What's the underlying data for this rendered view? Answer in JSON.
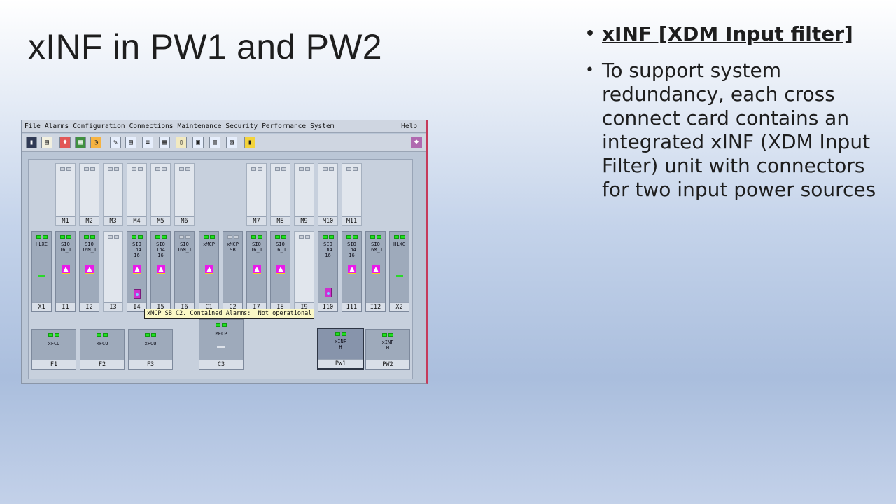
{
  "slide": {
    "title": "xINF in PW1 and PW2",
    "bullets": [
      "xINF [XDM Input filter]",
      "To support system redundancy, each cross connect  card contains an integrated xINF (XDM Input Filter) unit with connectors for two input power sources"
    ]
  },
  "app": {
    "menu": [
      "File",
      "Alarms",
      "Configuration",
      "Connections",
      "Maintenance",
      "Security",
      "Performance",
      "System"
    ],
    "help": "Help",
    "toolbar_icons": [
      "exit-icon",
      "notes-icon",
      "alarm-bell-icon",
      "network-map-icon",
      "clock-icon",
      "edit-icon",
      "document-icon",
      "list-icon",
      "grid-icon",
      "file-icon",
      "copy-icon",
      "chart-icon",
      "report-icon",
      "door-icon",
      "book-icon"
    ],
    "top_slots": [
      "M1",
      "M2",
      "M3",
      "M4",
      "M5",
      "M6",
      "M7",
      "M8",
      "M9",
      "M10",
      "M11"
    ],
    "mid_slots": [
      {
        "label": "X1",
        "text": "HLXC"
      },
      {
        "label": "I1",
        "text": "SIO\n16_1"
      },
      {
        "label": "I2",
        "text": "SIO\n16M_1"
      },
      {
        "label": "I3",
        "text": ""
      },
      {
        "label": "I4",
        "text": "SIO\n1n4\n16"
      },
      {
        "label": "I5",
        "text": "SIO\n1n4\n16"
      },
      {
        "label": "I6",
        "text": "SIO\n16M_1"
      },
      {
        "label": "C1",
        "text": "xMCP"
      },
      {
        "label": "C2",
        "text": "xMCP\nSB"
      },
      {
        "label": "I7",
        "text": "SIO\n16_1"
      },
      {
        "label": "I8",
        "text": "SIO\n16_1"
      },
      {
        "label": "I9",
        "text": ""
      },
      {
        "label": "I10",
        "text": "SIO\n1n4\n16"
      },
      {
        "label": "I11",
        "text": "SIO\n1n4\n16"
      },
      {
        "label": "I12",
        "text": "SIO\n16M_1"
      },
      {
        "label": "X2",
        "text": "HLXC"
      }
    ],
    "bottom_slots": [
      {
        "label": "F1",
        "text": "xFCU"
      },
      {
        "label": "F2",
        "text": "xFCU"
      },
      {
        "label": "F3",
        "text": "xFCU"
      },
      {
        "label": "C3",
        "text": "MECP"
      },
      {
        "label": "PW1",
        "text": "xINF\nH"
      },
      {
        "label": "PW2",
        "text": "xINF\nH"
      }
    ],
    "tooltip": "xMCP_SB C2. Contained Alarms:  Not operational"
  }
}
